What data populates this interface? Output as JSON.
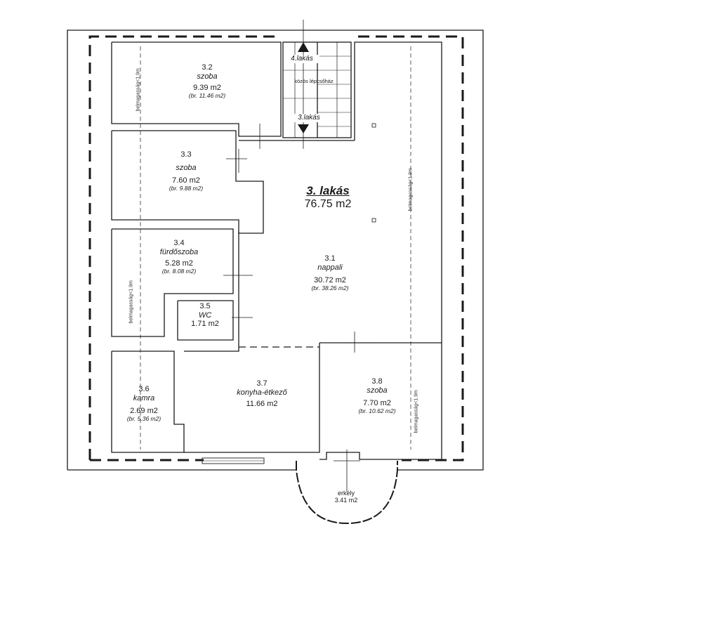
{
  "apartment": {
    "title": "3. lakás",
    "area": "76.75 m2"
  },
  "rooms": [
    {
      "id": "3.1",
      "name": "nappali",
      "area": "30.72 m2",
      "gross": "(br. 38.26 m2)"
    },
    {
      "id": "3.2",
      "name": "szoba",
      "area": "9.39 m2",
      "gross": "(br. 11.46 m2)"
    },
    {
      "id": "3.3",
      "name": "szoba",
      "area": "7.60 m2",
      "gross": "(br. 9.88 m2)"
    },
    {
      "id": "3.4",
      "name": "fürdőszoba",
      "area": "5.28 m2",
      "gross": "(br. 8.08 m2)"
    },
    {
      "id": "3.5",
      "name": "WC",
      "area": "1.71 m2",
      "gross": ""
    },
    {
      "id": "3.6",
      "name": "kamra",
      "area": "2.69 m2",
      "gross": "(br. 5.36 m2)"
    },
    {
      "id": "3.7",
      "name": "konyha-étkező",
      "area": "11.66 m2",
      "gross": ""
    },
    {
      "id": "3.8",
      "name": "szoba",
      "area": "7.70 m2",
      "gross": "(br. 10.62 m2)"
    }
  ],
  "balcony": {
    "name": "erkély",
    "area": "3.41 m2"
  },
  "stair": {
    "up_label": "4.lakás",
    "down_label": "3.lakás",
    "name": "közös lépcsőház"
  },
  "height_note": "belmagasság<1.9m",
  "colors": {
    "line": "#1a1a1a",
    "background": "#ffffff"
  }
}
